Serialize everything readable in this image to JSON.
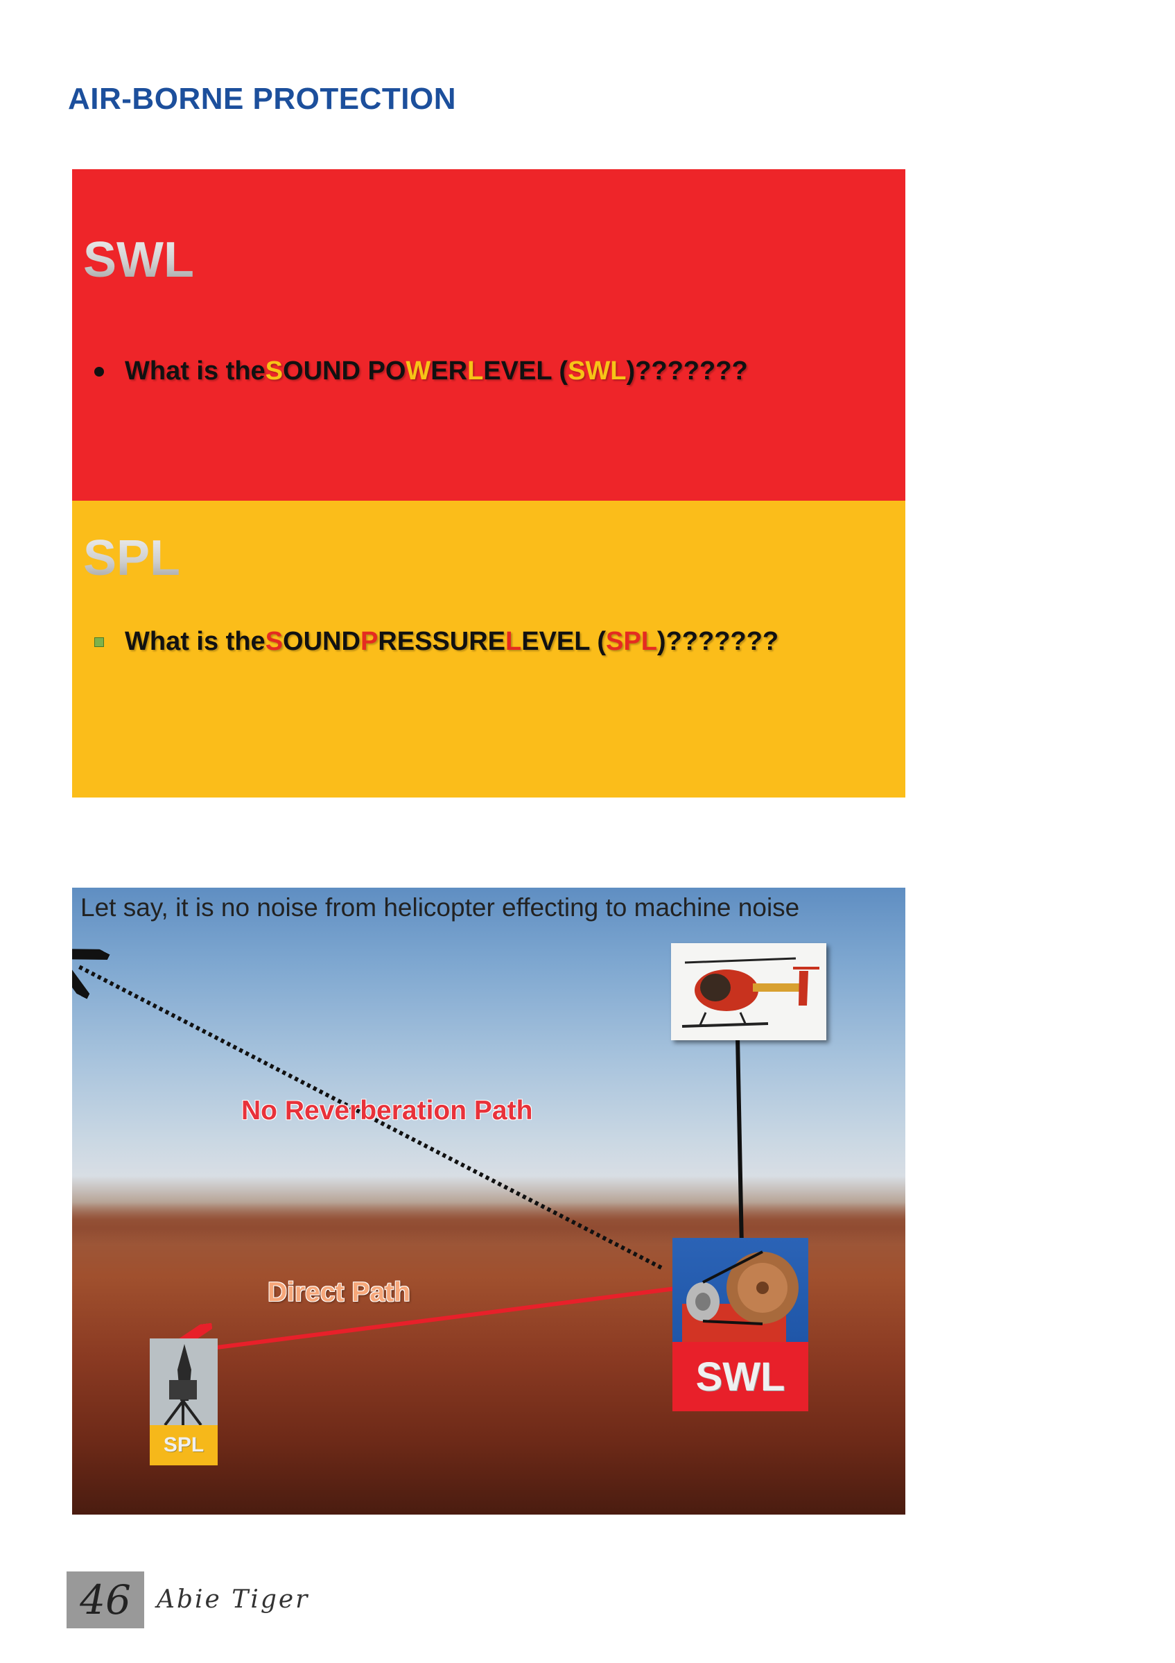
{
  "heading": "AIR-BORNE PROTECTION",
  "swl_slide": {
    "title": "SWL",
    "bullet": {
      "p1": "What is the ",
      "p2": "S",
      "p3": "OUND PO",
      "p4": "W",
      "p5": "ER ",
      "p6": "L",
      "p7": "EVEL (",
      "p8": "SWL",
      "p9": ")???????"
    }
  },
  "spl_slide": {
    "title": "SPL",
    "bullet": {
      "p1": "What is the ",
      "p2": "S",
      "p3": "OUND ",
      "p4": "P",
      "p5": "RESSURE ",
      "p6": "L",
      "p7": "EVEL (",
      "p8": "SPL",
      "p9": ")???????"
    }
  },
  "illustration": {
    "caption": "Let say, it is no noise from helicopter effecting to machine noise",
    "reverb_label": "No Reverberation Path",
    "direct_label": "Direct Path",
    "source_label": "SWL",
    "receiver_label": "SPL",
    "icons": [
      "helicopter-icon",
      "machine-icon",
      "microphone-icon"
    ]
  },
  "footer": {
    "page_number": "46",
    "author": "Abie Tiger"
  },
  "colors": {
    "heading": "#1c4f9c",
    "swl_background": "#ee2529",
    "spl_background": "#fbbd1a"
  }
}
